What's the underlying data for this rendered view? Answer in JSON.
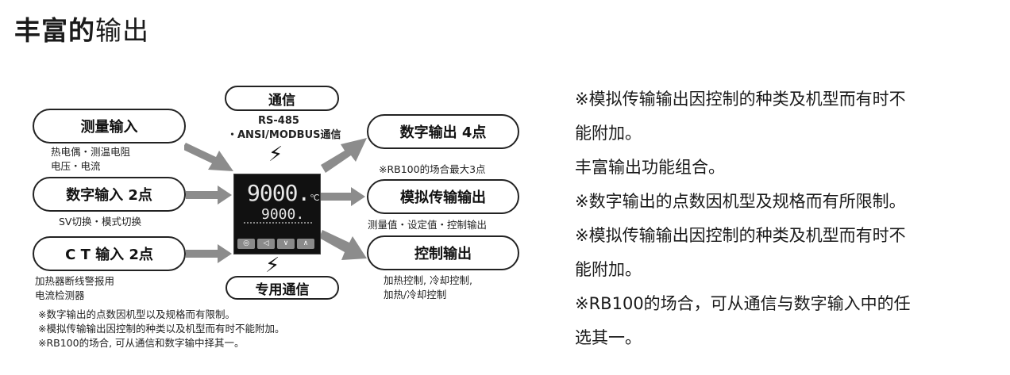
{
  "title": {
    "bold": "丰富的",
    "light": "输出"
  },
  "diagram": {
    "comm_box": "通信",
    "comm_text1": "RS-485",
    "comm_text2": "・ANSI/MODBUS通信",
    "measure_input": "测量输入",
    "measure_desc1": "热电偶・测温电阻",
    "measure_desc2": "电压・电流",
    "digital_input": "数字输入 2点",
    "digital_input_desc": "SV切换・模式切换",
    "ct_input": "C T 输入 2点",
    "ct_desc1": "加热器断线警报用",
    "ct_desc2": "电流检测器",
    "digital_output": "数字输出 4点",
    "digital_output_note": "※RB100的场合最大3点",
    "analog_output": "模拟传输输出",
    "analog_output_desc": "测量值・设定值・控制输出",
    "control_output": "控制输出",
    "control_desc1": "加热控制, 冷却控制,",
    "control_desc2": "加热/冷却控制",
    "dedicated_comm": "专用通信",
    "device_pv": "9000.",
    "device_pv_unit": "℃",
    "device_sv": "9000.",
    "notes": [
      "※数字输出的点数因机型以及规格而有限制。",
      "※模拟传输输出因控制的种类以及机型而有时不能附加。",
      "※RB100的场合, 可从通信和数字输中择其一。"
    ]
  },
  "right_text": [
    "※模拟传输输出因控制的种类及机型而有时不",
    "能附加。",
    "丰富输出功能组合。",
    "※数字输出的点数因机型及规格而有所限制。",
    "※模拟传输输出因控制的种类及机型而有时不",
    "能附加。",
    "※RB100的场合，可从通信与数字输入中的任",
    "选其一。"
  ]
}
